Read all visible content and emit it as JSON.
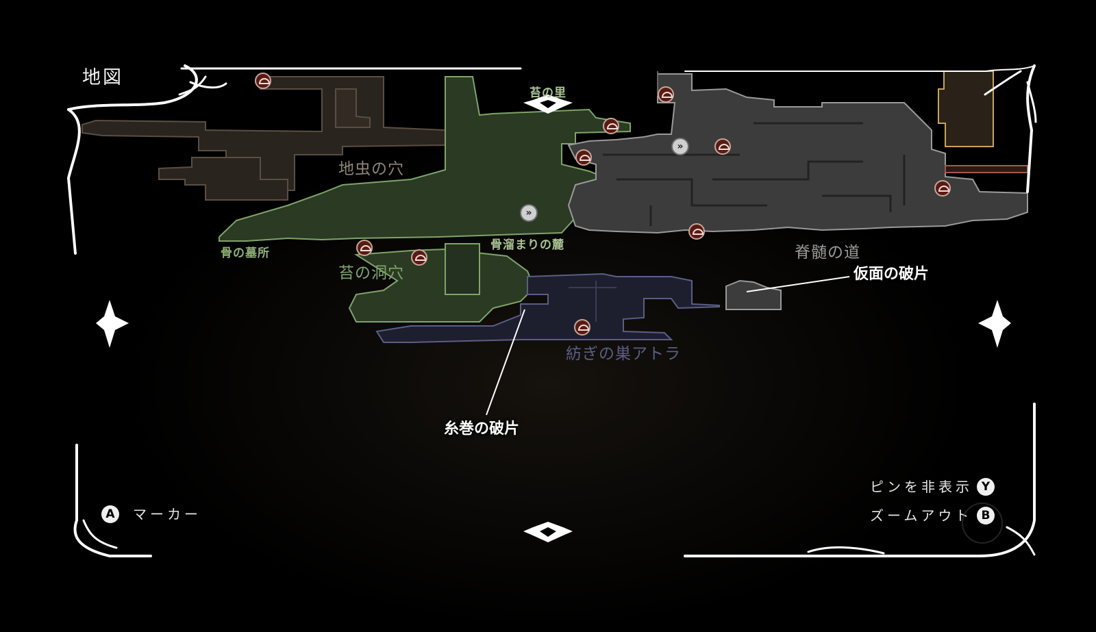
{
  "screen": {
    "title": "地図"
  },
  "areas": {
    "moss_village": "苔の里",
    "burrow": "地虫の穴",
    "bone_grave": "骨の墓所",
    "bonebottom": "骨溜まりの麓",
    "moss_cave": "苔の洞穴",
    "spine_road": "脊髄の道",
    "weave_nest": "紡ぎの巣アトラ"
  },
  "callouts": {
    "mask_shard": "仮面の破片",
    "spool_fragment": "糸巻の破片"
  },
  "controls": {
    "marker": {
      "button": "A",
      "label": "マーカー"
    },
    "hide_pins": {
      "button": "Y",
      "label": "ピンを非表示"
    },
    "zoom_out": {
      "button": "B",
      "label": "ズームアウト"
    }
  },
  "colors": {
    "green_region": "#2b3a23",
    "green_outline": "#7fa56a",
    "gray_region": "#3c3c3c",
    "gray_outline": "#9a9a9a",
    "brown_region": "#2a241e",
    "brown_outline": "#5a4e42",
    "blue_region": "#1e1f2e",
    "blue_outline": "#5b5e86",
    "pin_fill": "#5a1a14",
    "frame": "#ffffff"
  },
  "icons": {
    "pin": "bench-pin-icon",
    "travel": "fast-travel-icon",
    "compass": "compass-icon"
  }
}
